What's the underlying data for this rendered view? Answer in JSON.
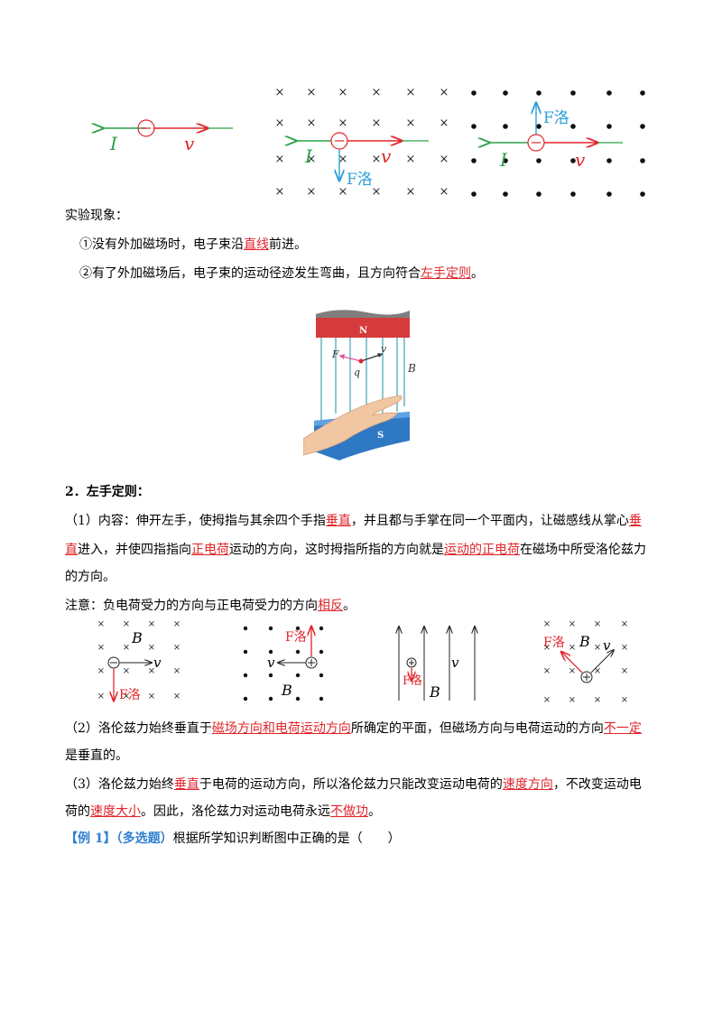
{
  "fig1": {
    "diagrams": [
      {
        "current": "I",
        "velocity": "v"
      },
      {
        "current": "I",
        "velocity": "v",
        "force": "F洛",
        "field": "×"
      },
      {
        "current": "I",
        "velocity": "v",
        "force": "F洛",
        "field": "•"
      }
    ],
    "colors": {
      "current": "#2aa148",
      "velocity": "#e0252b",
      "force": "#2c9fd9"
    }
  },
  "observation": {
    "title": "实验现象：",
    "item1": {
      "pre": "①没有外加磁场时，电子束沿",
      "blank": "直线",
      "post": "前进。"
    },
    "item2": {
      "pre": "②有了外加磁场后，电子束的运动径迹发生弯曲，且方向符合",
      "blank": "左手定则",
      "post": "。"
    }
  },
  "magnet_figure": {
    "north": "N",
    "south": "S",
    "force": "F",
    "velocity": "v",
    "charge": "q",
    "field": "B"
  },
  "section2": {
    "heading": "2．左手定则：",
    "content": {
      "l1_a": "（1）内容：伸开左手，使拇指与其余四个手指",
      "l1_b": "垂直",
      "l1_c": "，并且都与手掌在同一个平面内，让磁感线从掌心",
      "l1_d": "垂",
      "l2_a": "直",
      "l2_b": "进入，并使四指指向",
      "l2_c": "正电荷",
      "l2_d": "运动的方向，这时拇指所指的方向就是",
      "l2_e": "运动的正电荷",
      "l2_f": "在磁场中所受洛伦兹力",
      "l3": "的方向。"
    },
    "note": {
      "pre": "注意：负电荷受力的方向与正电荷受力的方向",
      "blank": "相反",
      "post": "。"
    }
  },
  "fig2": {
    "labels": [
      "B",
      "v",
      "F洛"
    ],
    "force_color": "#e0252b"
  },
  "point2": {
    "a": "（2）洛伦兹力始终垂直于",
    "b": "磁场方向和电荷运动方向",
    "c": "所确定的平面，但磁场方向与电荷运动的方向",
    "d": "不一定",
    "e": "是垂直的。"
  },
  "point3": {
    "a": "（3）洛伦兹力始终",
    "b": "垂直",
    "c": "于电荷的运动方向，所以洛伦兹力只能改变运动电荷的",
    "d": "速度方向",
    "e": "，不改变运动电",
    "f": "荷的",
    "g": "速度大小",
    "h": "。因此，洛伦兹力对运动电荷永远",
    "i": "不做功",
    "j": "。"
  },
  "example": {
    "tag": "【例 1】",
    "type": "（多选题）",
    "text": "根据所学知识判断图中正确的是（　　）"
  }
}
